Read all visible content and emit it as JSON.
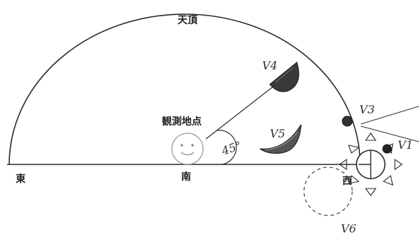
{
  "labels": {
    "zenith": "天頂",
    "observer": "観測地点",
    "east": "東",
    "south": "南",
    "west": "西",
    "angle": "45°"
  },
  "moon_labels": {
    "v1": "V1",
    "v3": "V3",
    "v4": "V4",
    "v5": "V5",
    "v6": "V6"
  }
}
